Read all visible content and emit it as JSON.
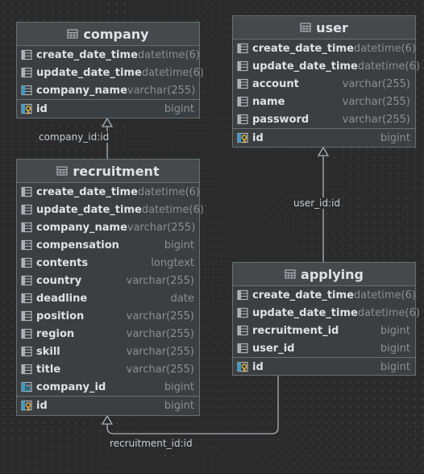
{
  "colors": {
    "background": "#2b2b2b",
    "box": "#3c3f41",
    "border": "#6b6e71",
    "line": "#aeb1b5",
    "name": "#dfe1e5",
    "type": "#8c8f93",
    "key": "#e3b341",
    "fk": "#3d9ac9"
  },
  "tables": {
    "company": {
      "title": "company",
      "columns": [
        {
          "name": "create_date_time",
          "type": "datetime(6)",
          "icon": "column-icon"
        },
        {
          "name": "update_date_time",
          "type": "datetime(6)",
          "icon": "column-icon"
        },
        {
          "name": "company_name",
          "type": "varchar(255)",
          "icon": "indexed-column-icon"
        }
      ],
      "pk": {
        "name": "id",
        "type": "bigint",
        "icon": "primary-key-icon"
      }
    },
    "user": {
      "title": "user",
      "columns": [
        {
          "name": "create_date_time",
          "type": "datetime(6)",
          "icon": "column-icon"
        },
        {
          "name": "update_date_time",
          "type": "datetime(6)",
          "icon": "column-icon"
        },
        {
          "name": "account",
          "type": "varchar(255)",
          "icon": "column-icon"
        },
        {
          "name": "name",
          "type": "varchar(255)",
          "icon": "column-icon"
        },
        {
          "name": "password",
          "type": "varchar(255)",
          "icon": "column-icon"
        }
      ],
      "pk": {
        "name": "id",
        "type": "bigint",
        "icon": "primary-key-icon"
      }
    },
    "recruitment": {
      "title": "recruitment",
      "columns": [
        {
          "name": "create_date_time",
          "type": "datetime(6)",
          "icon": "column-icon"
        },
        {
          "name": "update_date_time",
          "type": "datetime(6)",
          "icon": "column-icon"
        },
        {
          "name": "company_name",
          "type": "varchar(255)",
          "icon": "column-icon"
        },
        {
          "name": "compensation",
          "type": "bigint",
          "icon": "column-icon"
        },
        {
          "name": "contents",
          "type": "longtext",
          "icon": "column-icon"
        },
        {
          "name": "country",
          "type": "varchar(255)",
          "icon": "column-icon"
        },
        {
          "name": "deadline",
          "type": "date",
          "icon": "column-icon"
        },
        {
          "name": "position",
          "type": "varchar(255)",
          "icon": "column-icon"
        },
        {
          "name": "region",
          "type": "varchar(255)",
          "icon": "column-icon"
        },
        {
          "name": "skill",
          "type": "varchar(255)",
          "icon": "column-icon"
        },
        {
          "name": "title",
          "type": "varchar(255)",
          "icon": "column-icon"
        },
        {
          "name": "company_id",
          "type": "bigint",
          "icon": "foreign-key-icon"
        }
      ],
      "pk": {
        "name": "id",
        "type": "bigint",
        "icon": "primary-key-icon"
      }
    },
    "applying": {
      "title": "applying",
      "columns": [
        {
          "name": "create_date_time",
          "type": "datetime(6)",
          "icon": "column-icon"
        },
        {
          "name": "update_date_time",
          "type": "datetime(6)",
          "icon": "column-icon"
        },
        {
          "name": "recruitment_id",
          "type": "bigint",
          "icon": "column-icon"
        },
        {
          "name": "user_id",
          "type": "bigint",
          "icon": "column-icon"
        }
      ],
      "pk": {
        "name": "id",
        "type": "bigint",
        "icon": "primary-key-icon"
      }
    }
  },
  "relations": [
    {
      "label": "company_id:id"
    },
    {
      "label": "user_id:id"
    },
    {
      "label": "recruitment_id:id"
    }
  ]
}
